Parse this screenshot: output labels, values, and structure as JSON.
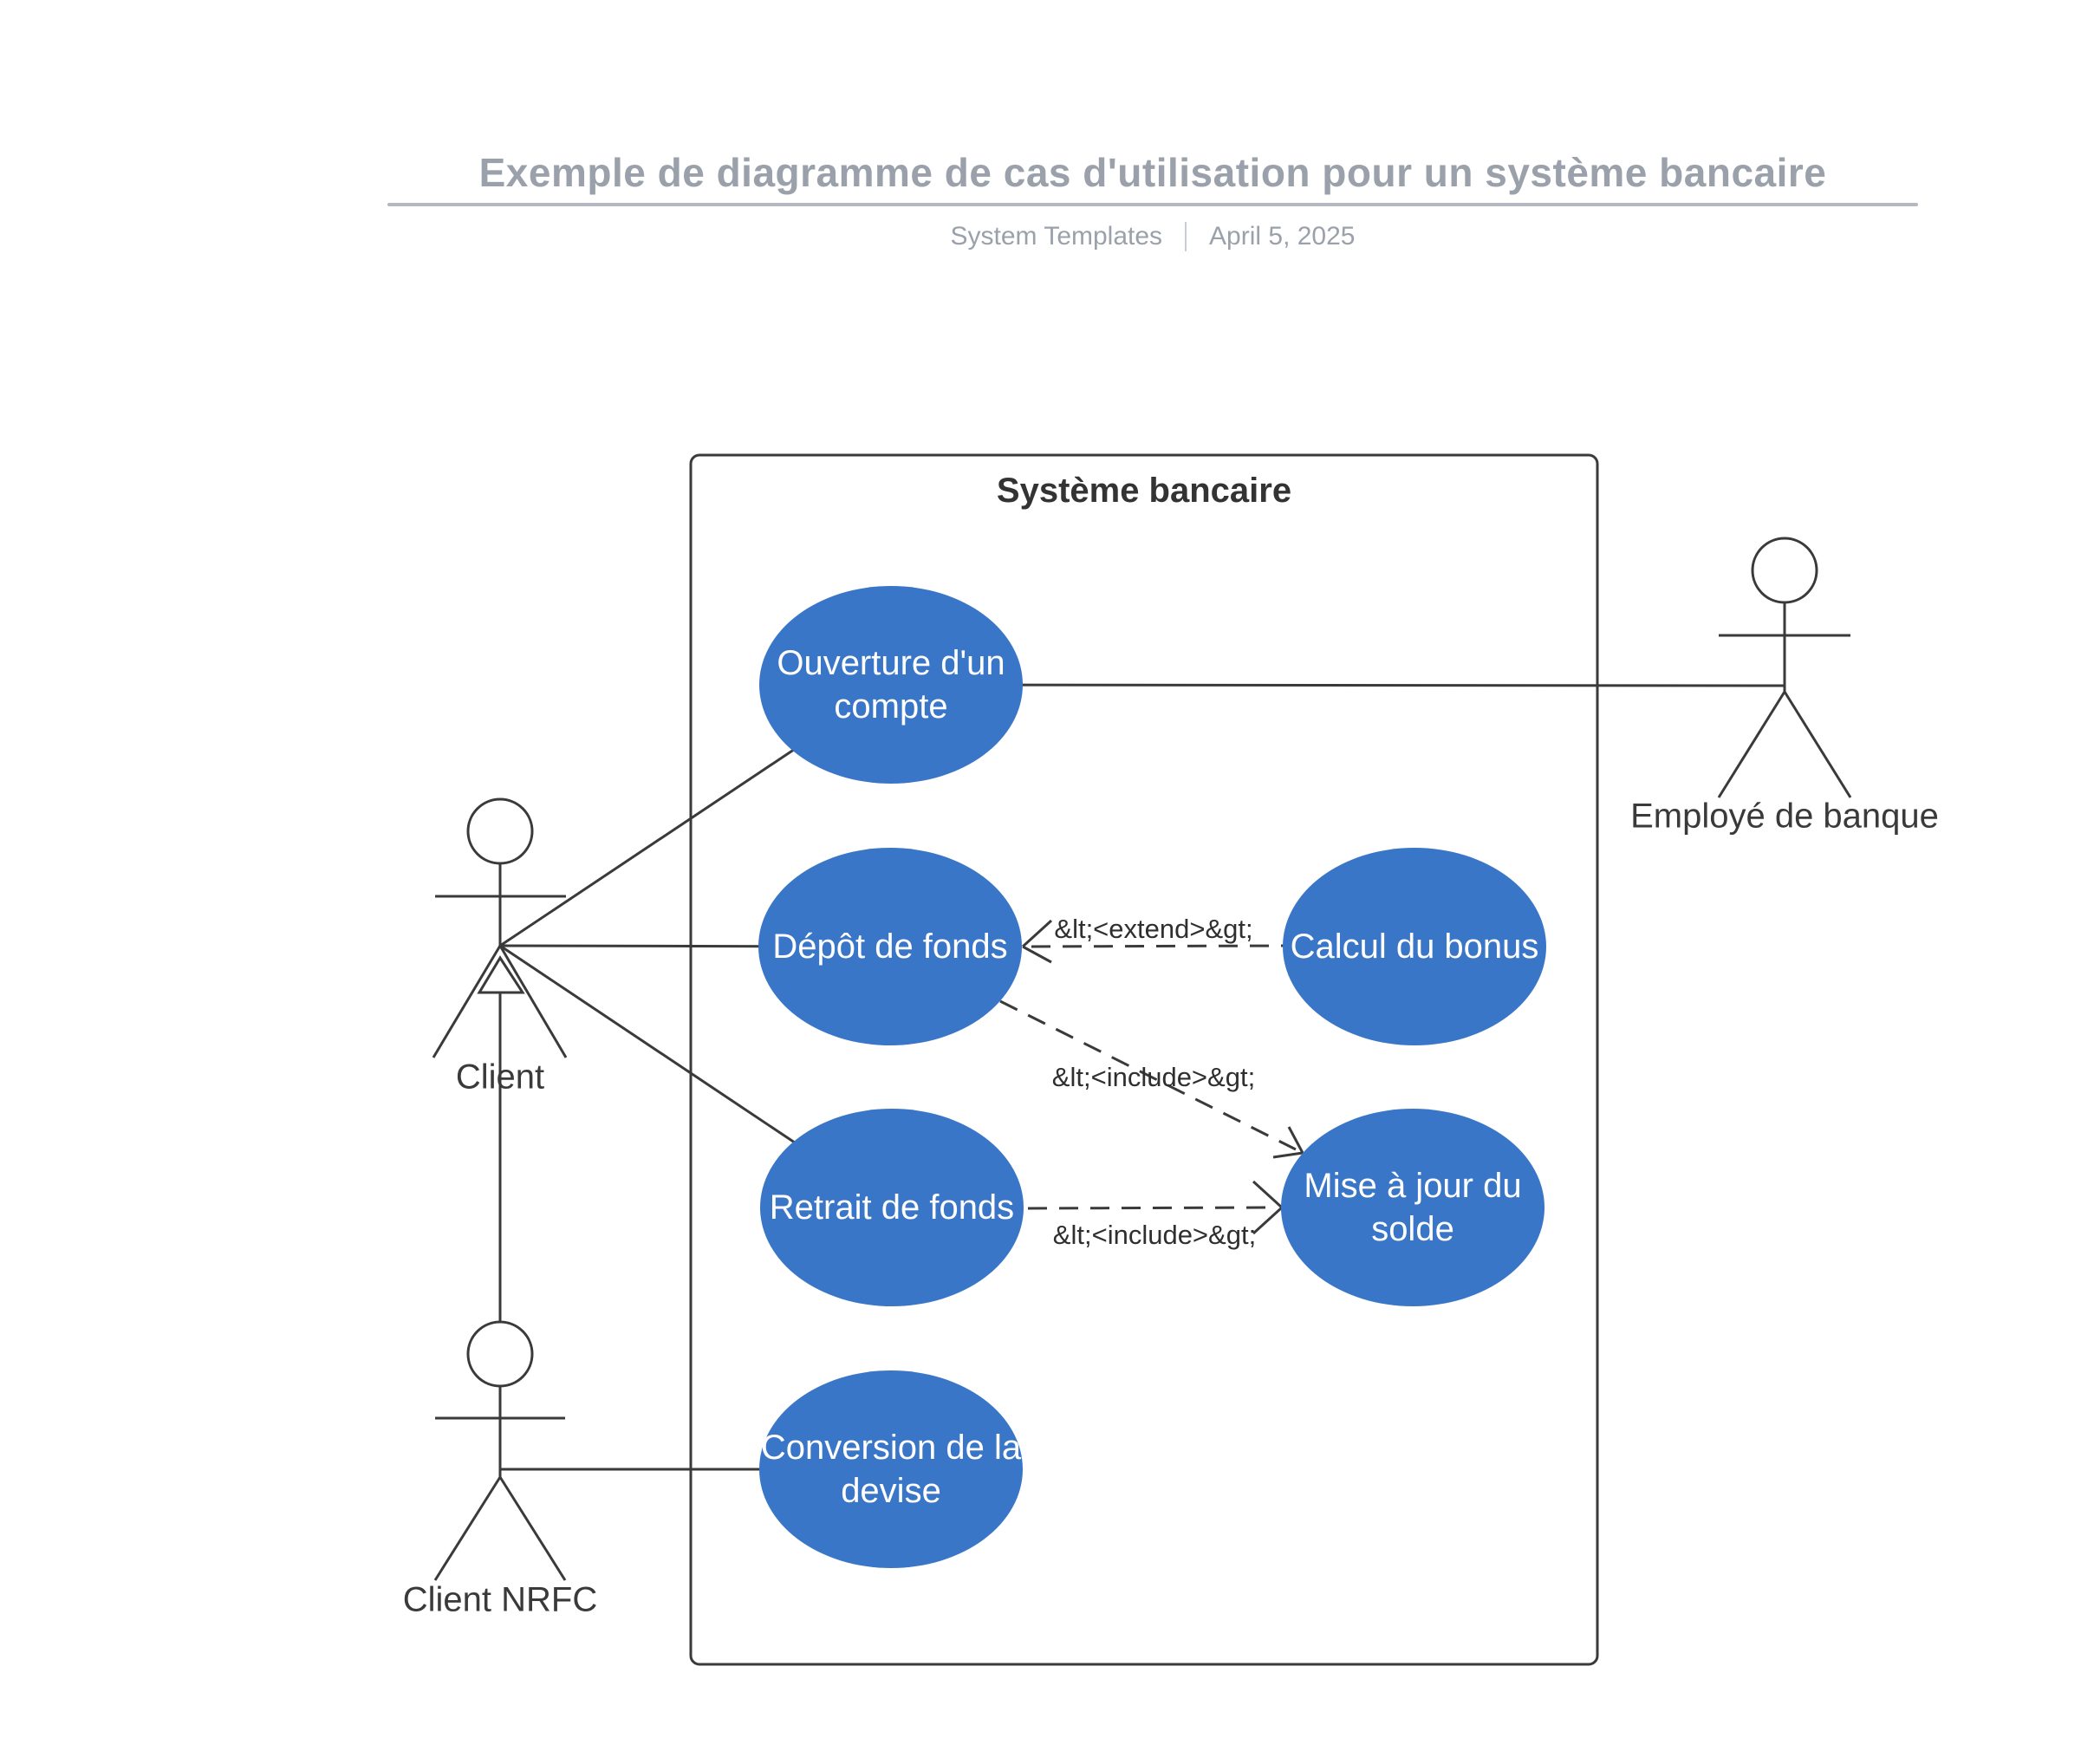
{
  "header": {
    "title": "Exemple de diagramme de cas d'utilisation pour un système bancaire",
    "byline": "System Templates",
    "date": "April 5, 2025"
  },
  "system_boundary": {
    "label": "Système bancaire"
  },
  "use_cases": [
    {
      "id": "ouverture",
      "label": "Ouverture d'un compte"
    },
    {
      "id": "depot",
      "label": "Dépôt de fonds"
    },
    {
      "id": "retrait",
      "label": "Retrait de fonds"
    },
    {
      "id": "conversion",
      "label": "Conversion de la devise"
    },
    {
      "id": "calcul-bonus",
      "label": "Calcul du bonus"
    },
    {
      "id": "mise-a-jour",
      "label": "Mise à jour du solde"
    }
  ],
  "actors": [
    {
      "id": "client",
      "label": "Client"
    },
    {
      "id": "client-nrfc",
      "label": "Client NRFC"
    },
    {
      "id": "employe",
      "label": "Employé de banque"
    }
  ],
  "relations": {
    "extend_label": "&lt;<extend>&gt;",
    "include_label_depot": "&lt;<include>&gt;",
    "include_label_retrait": "&lt;<include>&gt;"
  },
  "colors": {
    "use_case_fill": "#3a76c8",
    "line": "#3a3a3a",
    "header_gray": "#9aa1ab",
    "label_text": "#ffffff"
  }
}
